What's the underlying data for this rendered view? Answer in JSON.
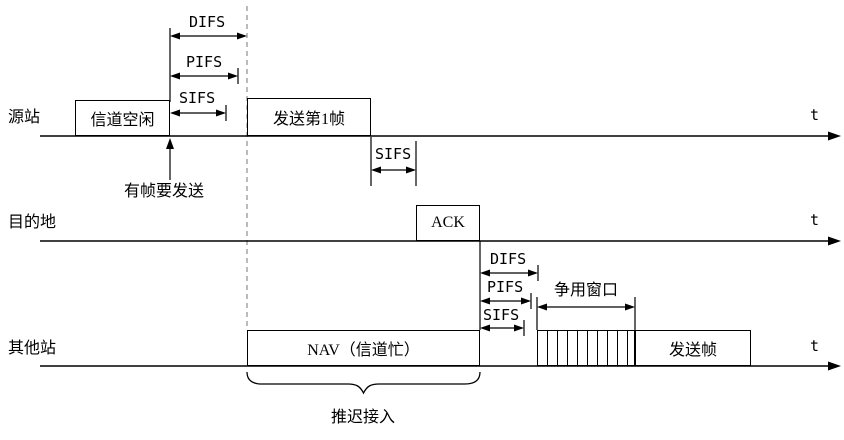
{
  "stations": {
    "source": {
      "label": "源站",
      "axis_label": "t"
    },
    "destination": {
      "label": "目的地",
      "axis_label": "t"
    },
    "others": {
      "label": "其他站",
      "axis_label": "t"
    }
  },
  "events": {
    "channel_idle": "信道空闲",
    "send_first_frame": "发送第1帧",
    "ack": "ACK",
    "nav_channel_busy": "NAV（信道忙）",
    "send_frame": "发送帧"
  },
  "intervals": {
    "top": {
      "difs": "DIFS",
      "pifs": "PIFS",
      "sifs": "SIFS"
    },
    "after_frame1": {
      "sifs": "SIFS"
    },
    "after_ack": {
      "difs": "DIFS",
      "pifs": "PIFS",
      "sifs": "SIFS"
    },
    "contention_window": "争用窗口"
  },
  "annotations": {
    "frame_ready": "有帧要发送",
    "defer_access": "推迟接入"
  },
  "colors": {
    "line": "#000000",
    "background": "#ffffff",
    "guide_dash": "#777777"
  }
}
